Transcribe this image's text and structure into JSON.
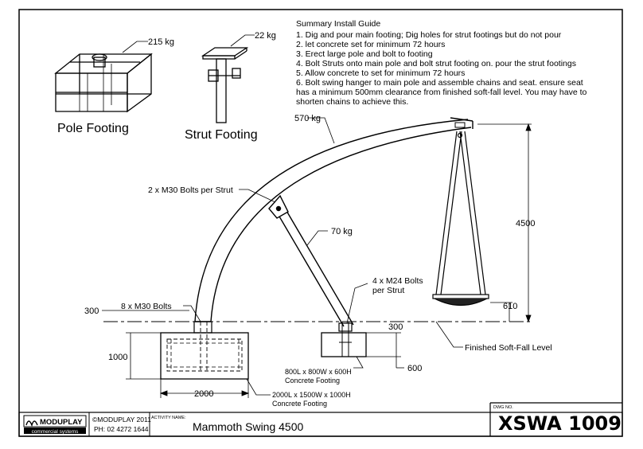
{
  "guide": {
    "title": "Summary Install Guide",
    "steps": [
      "1. Dig and pour main footing; Dig holes for strut footings but do not pour",
      "2. let concrete set for minimum 72 hours",
      "3. Erect large pole and bolt to footing",
      "4. Bolt Struts onto main pole and bolt strut footing on. pour the strut footings",
      "5. Allow concrete to set for minimum 72 hours",
      "6. Bolt swing hanger to main pole and assemble chains and seat. ensure seat",
      "has a minimum 500mm clearance from finished soft-fall level. You may have to",
      "shorten chains to achieve this."
    ]
  },
  "footings": {
    "pole_label": "Pole Footing",
    "pole_weight": "215 kg",
    "strut_label": "Strut Footing",
    "strut_weight": "22 kg"
  },
  "callouts": {
    "pole_weight": "570 kg",
    "strut_bolts": "2 x M30 Bolts per Strut",
    "strut_weight": "70 kg",
    "base_bolts": "8 x M30 Bolts",
    "strut_footing_bolts_1": "4 x M24 Bolts",
    "strut_footing_bolts_2": "per Strut",
    "soft_fall": "Finished Soft-Fall Level",
    "strut_concrete_1": "800L x 800W x 600H",
    "strut_concrete_2": "Concrete Footing",
    "main_concrete_1": "2000L x 1500W x 1000H",
    "main_concrete_2": "Concrete Footing"
  },
  "dims": {
    "height": "4500",
    "seat_clearance": "610",
    "base_offset": "300",
    "strut_depth_300": "300",
    "strut_depth_600": "600",
    "main_depth": "1000",
    "main_width": "2000"
  },
  "titleblock": {
    "brand": "MODUPLAY",
    "brand_sub": "commercial systems",
    "copyright": "©MODUPLAY 2011",
    "phone": "PH: 02 4272 1644",
    "activity_label": "ACTIVITY NAME:",
    "activity_name": "Mammoth Swing 4500",
    "dwg_label": "DWG NO.",
    "dwg_no": "XSWA 1009"
  }
}
